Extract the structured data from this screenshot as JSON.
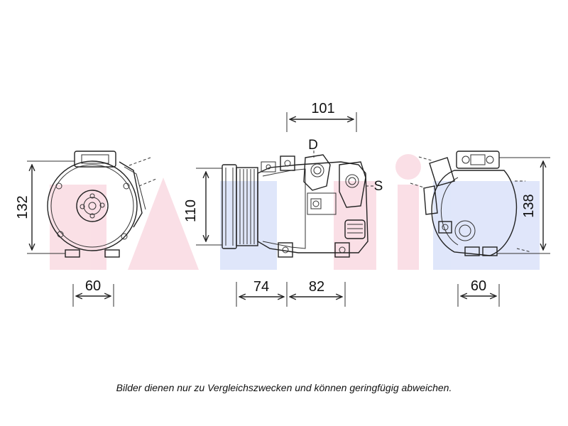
{
  "watermark": {
    "text": "DASIS",
    "colors": [
      "#f2b8c6",
      "#b8c6f2"
    ]
  },
  "dimensions": {
    "front_height": "132",
    "front_width": "60",
    "side_top": "101",
    "side_height": "110",
    "side_left_width": "74",
    "side_right_width": "82",
    "rear_height": "138",
    "rear_width": "60"
  },
  "port_labels": {
    "discharge": "D",
    "suction": "S"
  },
  "caption": "Bilder dienen nur zu Vergleichszwecken und können geringfügig abweichen."
}
